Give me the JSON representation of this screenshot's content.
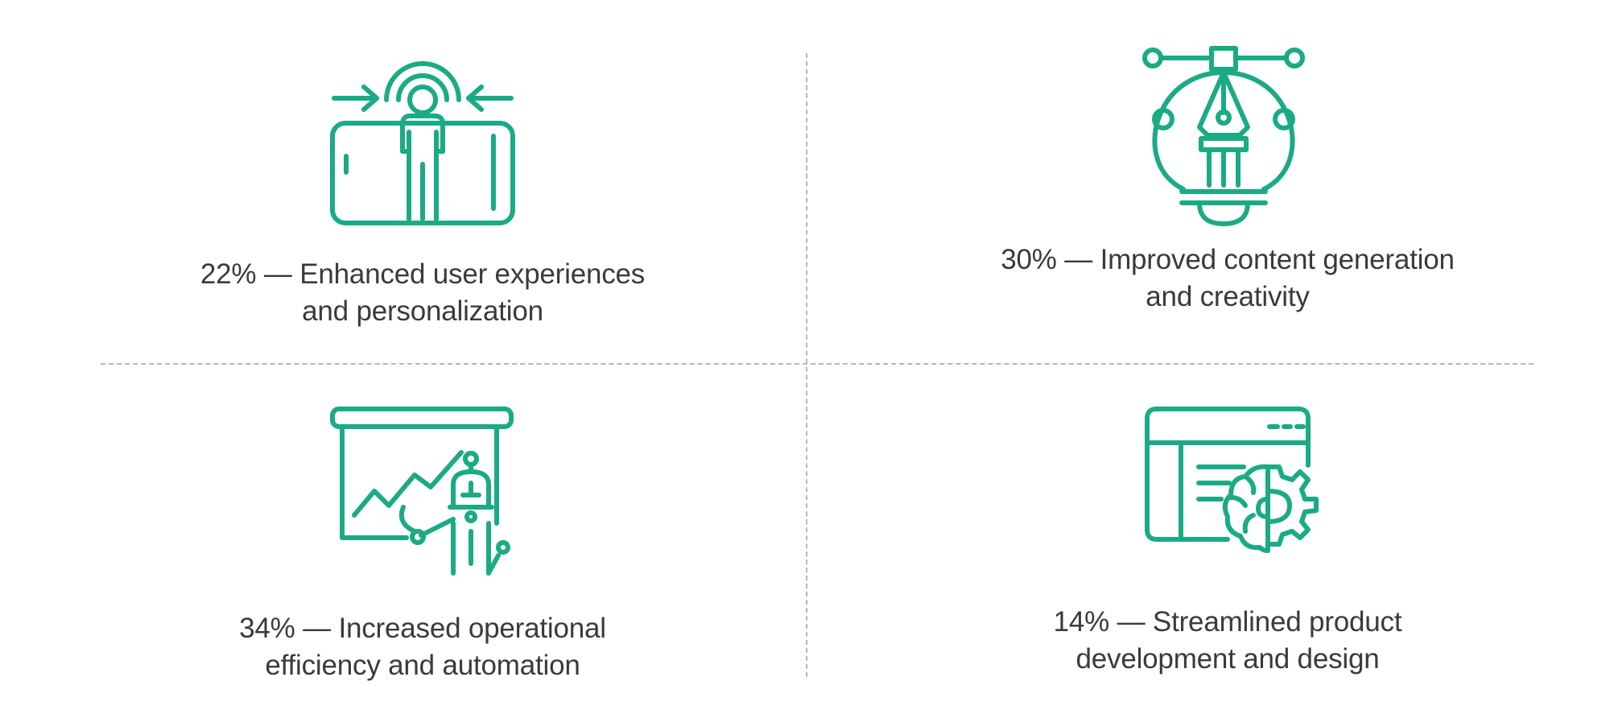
{
  "colors": {
    "accent": "#1aab86",
    "text": "#3a3a3a",
    "divider": "#b7b7b7"
  },
  "cells": [
    {
      "icon": "user-focus-phone-icon",
      "line1": "22% — Enhanced user experiences",
      "line2": "and personalization"
    },
    {
      "icon": "idea-pen-bulb-icon",
      "line1": "30% — Improved content generation",
      "line2": "and creativity"
    },
    {
      "icon": "robot-presentation-icon",
      "line1": "34% — Increased operational",
      "line2": "efficiency and automation"
    },
    {
      "icon": "browser-brain-gear-icon",
      "line1": "14% — Streamlined product",
      "line2": "development and design"
    }
  ]
}
